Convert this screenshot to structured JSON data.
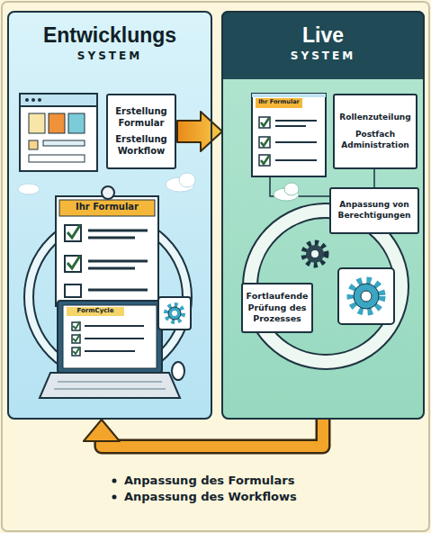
{
  "diagram": {
    "nodes": [
      {
        "text": [
          "Entwicklungs",
          "SYSTEM"
        ]
      },
      {
        "text": [
          "Erstellung Formular",
          "Erstellung Workflow"
        ],
        "in": 0
      },
      {
        "text": [
          "Live",
          "SYSTEM"
        ]
      },
      {
        "text": [
          "Rollenzuteilung",
          "Postfach Administration"
        ],
        "in": 2
      },
      {
        "text": [
          "Anpassung von Berechtigungen"
        ],
        "in": 2
      },
      {
        "text": [
          "Fortlaufende Prüfung des Prozesses"
        ],
        "in": 2
      }
    ],
    "edges": [
      {
        "from": 1,
        "to": 2,
        "arrow": "to"
      },
      {
        "from": 2,
        "to": 0,
        "arrow": "to"
      }
    ],
    "labels": [
      "Ihr Formular",
      "FormCycle",
      "Ihr Formular",
      "Anpassung des Formulars",
      "Anpassung des Workflows"
    ]
  }
}
